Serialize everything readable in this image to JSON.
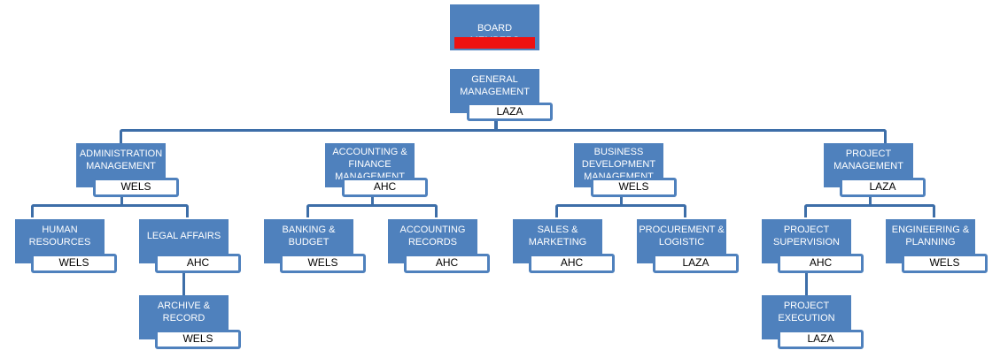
{
  "chart": {
    "title": "Organization Chart",
    "colors": {
      "box": "#4f81bd",
      "connector": "#3d6ea8",
      "tag_bg": "#ffffff",
      "redacted": "#ee1111"
    },
    "nodes": {
      "board": {
        "label": "BOARD MEMBERS",
        "assignee": "",
        "redacted": true
      },
      "gm": {
        "label": "GENERAL\nMANAGEMENT",
        "assignee": "LAZA"
      },
      "admin": {
        "label": "ADMINISTRATION\nMANAGEMENT",
        "assignee": "WELS"
      },
      "acct": {
        "label": "ACCOUNTING &\nFINANCE\nMANAGEMENT",
        "assignee": "AHC"
      },
      "bizdev": {
        "label": "BUSINESS\nDEVELOPMENT\nMANAGEMENT",
        "assignee": "WELS"
      },
      "proj": {
        "label": "PROJECT\nMANAGEMENT",
        "assignee": "LAZA"
      },
      "hr": {
        "label": "HUMAN\nRESOURCES",
        "assignee": "WELS"
      },
      "legal": {
        "label": "LEGAL AFFAIRS",
        "assignee": "AHC"
      },
      "archive": {
        "label": "ARCHIVE &\nRECORD",
        "assignee": "WELS"
      },
      "banking": {
        "label": "BANKING &\nBUDGET",
        "assignee": "WELS"
      },
      "records": {
        "label": "ACCOUNTING\nRECORDS",
        "assignee": "AHC"
      },
      "sales": {
        "label": "SALES &\nMARKETING",
        "assignee": "AHC"
      },
      "procure": {
        "label": "PROCUREMENT &\nLOGISTIC",
        "assignee": "LAZA"
      },
      "supervise": {
        "label": "PROJECT\nSUPERVISION",
        "assignee": "AHC"
      },
      "engineer": {
        "label": "ENGINEERING &\nPLANNING",
        "assignee": "WELS"
      },
      "execution": {
        "label": "PROJECT\nEXECUTION",
        "assignee": "LAZA"
      }
    },
    "edges": [
      [
        "gm",
        "admin"
      ],
      [
        "gm",
        "acct"
      ],
      [
        "gm",
        "bizdev"
      ],
      [
        "gm",
        "proj"
      ],
      [
        "admin",
        "hr"
      ],
      [
        "admin",
        "legal"
      ],
      [
        "legal",
        "archive"
      ],
      [
        "acct",
        "banking"
      ],
      [
        "acct",
        "records"
      ],
      [
        "bizdev",
        "sales"
      ],
      [
        "bizdev",
        "procure"
      ],
      [
        "proj",
        "supervise"
      ],
      [
        "proj",
        "engineer"
      ],
      [
        "supervise",
        "execution"
      ]
    ]
  }
}
